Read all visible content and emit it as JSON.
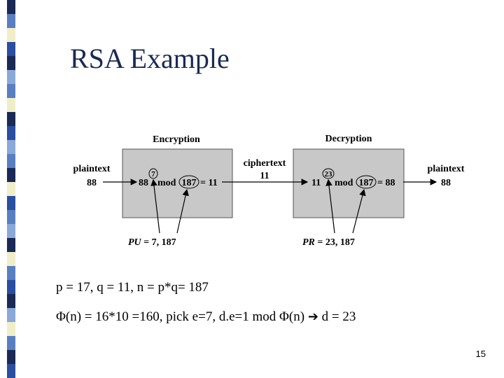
{
  "slide": {
    "title": "RSA Example",
    "page_number": "15"
  },
  "diagram": {
    "encryption_label": "Encryption",
    "decryption_label": "Decryption",
    "plaintext_in_label": "plaintext",
    "plaintext_in_value": "88",
    "enc_plain": "88",
    "enc_exponent": "7",
    "enc_mod": "mod",
    "enc_modulus": "187",
    "enc_result": "= 11",
    "ciphertext_label": "ciphertext",
    "ciphertext_value": "11",
    "dec_cipher": "11",
    "dec_exponent": "23",
    "dec_mod": "mod",
    "dec_modulus": "187",
    "dec_result": "= 88",
    "plaintext_out_label": "plaintext",
    "plaintext_out_value": "88",
    "public_key_var": "PU",
    "public_key_value": " = 7, 187",
    "private_key_var": "PR",
    "private_key_value": " = 23, 187"
  },
  "body": {
    "line1": "p = 17, q = 11, n = p*q= 187",
    "line2_prefix": "Φ(n) = 16*10 =160, pick e=7, d.e=1 mod Φ(n)",
    "line2_arrow": "➔",
    "line2_suffix": "d = 23"
  },
  "colors": {
    "box_fill": "#c8c8c8",
    "title_color": "#1a2a55",
    "stripe_palette": [
      "#1a2a55",
      "#5a7fc0",
      "#f0eec8",
      "#2a4fa0",
      "#8aa8d8"
    ]
  }
}
